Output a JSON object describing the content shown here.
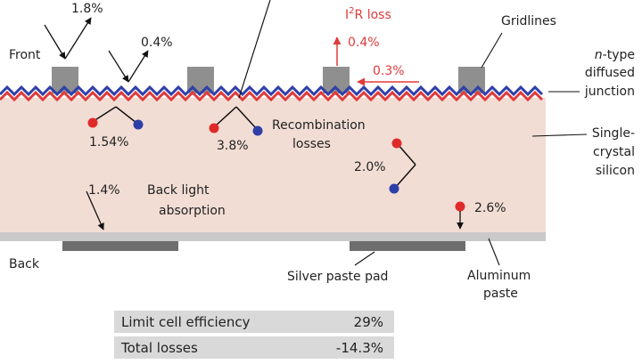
{
  "labels": {
    "front": "Front",
    "back": "Back",
    "gridlines": "Gridlines",
    "junction_line1": "n-type",
    "junction_line2": "diffused",
    "junction_line3": "junction",
    "silicon_line1": "Single-",
    "silicon_line2": "crystal",
    "silicon_line3": "silicon",
    "recombination_line1": "Recombination",
    "recombination_line2": "losses",
    "back_light_line1": "Back light",
    "back_light_line2": "absorption",
    "silver_paste": "Silver paste pad",
    "aluminum_line1": "Aluminum",
    "aluminum_line2": "paste",
    "i2r_loss_prefix": "I",
    "i2r_loss_sup": "2",
    "i2r_loss_suffix": "R loss"
  },
  "losses": {
    "reflection": "1.8%",
    "shading": "0.4%",
    "front_recomb": "1.54%",
    "junction_recomb": "3.8%",
    "bulk_recomb": "2.0%",
    "back_light": "1.4%",
    "back_recomb": "2.6%",
    "i2r_vertical": "0.4%",
    "i2r_lateral": "0.3%"
  },
  "table": {
    "rows": [
      {
        "label": "Limit cell efficiency",
        "value": "29%"
      },
      {
        "label": "Total losses",
        "value": "-14.3%"
      }
    ]
  },
  "colors": {
    "bulk": "#f2ddd4",
    "wave_blue": "#2f3fa8",
    "wave_red": "#e03a3a",
    "electron": "#2f3fa8",
    "hole": "#e02a2a",
    "contact": "#8f8f8f",
    "back_layer": "#c9c9c9",
    "pad": "#6e6e6e"
  }
}
